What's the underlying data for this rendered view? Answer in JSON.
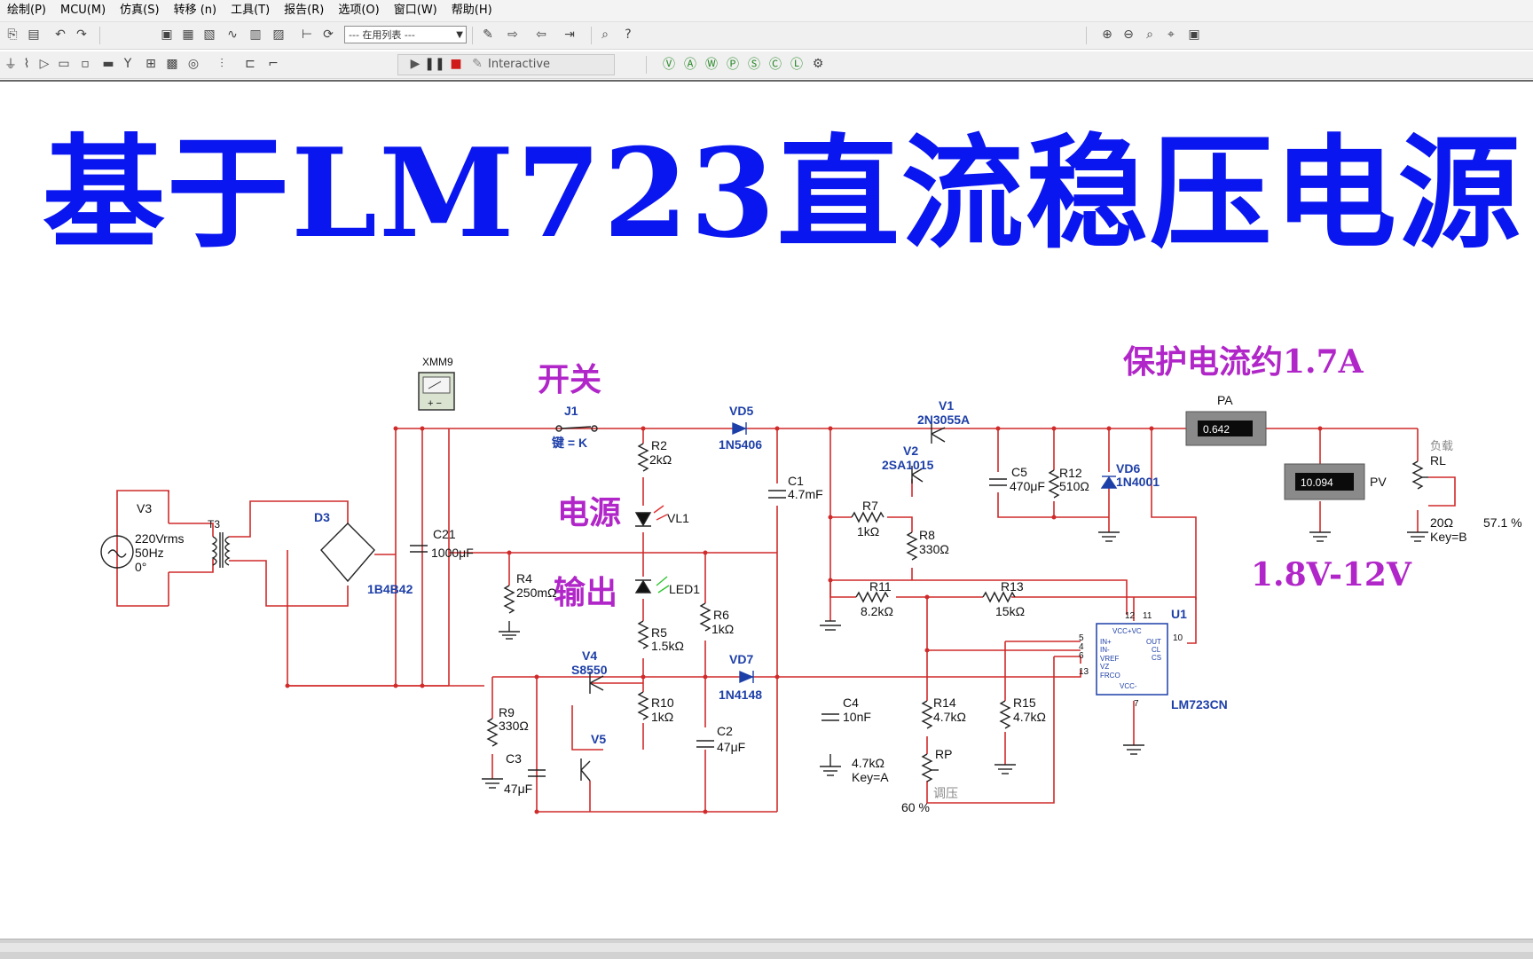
{
  "menu": [
    "绘制(P)",
    "MCU(M)",
    "仿真(S)",
    "转移 (n)",
    "工具(T)",
    "报告(R)",
    "选项(O)",
    "窗口(W)",
    "帮助(H)"
  ],
  "toolbar": {
    "in_use_list": "--- 在用列表 ---",
    "interactive_label": "Interactive"
  },
  "title": "基于LM723直流稳压电源",
  "annotations": {
    "switch": "开关",
    "power": "电源",
    "output": "输出",
    "protect": "保护电流约1.7A",
    "range": "1.8V-12V"
  },
  "components": {
    "XMM9": "XMM9",
    "J1": "J1",
    "J1_key": "键 = K",
    "VD5": "VD5",
    "VD5_model": "1N5406",
    "V1": "V1",
    "V1_model": "2N3055A",
    "V2": "V2",
    "V2_model": "2SA1015",
    "V3": "V3",
    "V3_v": "220Vrms",
    "V3_f": "50Hz",
    "V3_p": "0°",
    "T3": "T3",
    "D3": "D3",
    "D3_model": "1B4B42",
    "C21": "C21",
    "C21_v": "1000μF",
    "R4": "R4",
    "R4_v": "250mΩ",
    "R2": "R2",
    "R2_v": "2kΩ",
    "VL1": "VL1",
    "LED1": "LED1",
    "R5": "R5",
    "R5_v": "1.5kΩ",
    "R6": "R6",
    "R6_v": "1kΩ",
    "C1": "C1",
    "C1_v": "4.7mF",
    "R7": "R7",
    "R7_v": "1kΩ",
    "R8": "R8",
    "R8_v": "330Ω",
    "C5": "C5",
    "C5_v": "470μF",
    "R12": "R12",
    "R12_v": "510Ω",
    "VD6": "VD6",
    "VD6_model": "1N4001",
    "PA": "PA",
    "PA_value": "0.642",
    "PV": "PV",
    "PV_value": "10.094",
    "RL": "RL",
    "RL_load": "负载",
    "RL_v": "20Ω",
    "RL_key": "Key=B",
    "RL_pct": "57.1 %",
    "R11": "R11",
    "R11_v": "8.2kΩ",
    "R13": "R13",
    "R13_v": "15kΩ",
    "U1": "U1",
    "U1_model": "LM723CN",
    "V4": "V4",
    "V4_model": "S8550",
    "V5": "V5",
    "VD7": "VD7",
    "VD7_model": "1N4148",
    "R9": "R9",
    "R9_v": "330Ω",
    "C3": "C3",
    "C3_v": "47μF",
    "R10": "R10",
    "R10_v": "1kΩ",
    "C2": "C2",
    "C2_v": "47μF",
    "C4": "C4",
    "C4_v": "10nF",
    "RP": "RP",
    "RP_v": "4.7kΩ",
    "RP_key": "Key=A",
    "RP_label": "调压",
    "RP_pct": "60 %",
    "R14": "R14",
    "R14_v": "4.7kΩ",
    "R15": "R15",
    "R15_v": "4.7kΩ"
  },
  "ic_pins": {
    "p12": "12",
    "p11": "11",
    "p5": "5",
    "p4": "4",
    "p6": "6",
    "p13": "13",
    "p10": "10",
    "p7": "7",
    "vcc": "VCC+VC",
    "inp": "IN+",
    "inn": "IN-",
    "vref": "VREF",
    "vz": "VZ",
    "frco": "FRCO",
    "vccm": "VCC-",
    "out": "OUT",
    "cl": "CL",
    "cs": "CS"
  },
  "colors": {
    "wire": "#d02a2a",
    "title": "#0a16f0",
    "annotation": "#b126c8",
    "component_label": "#1d3fa8"
  }
}
